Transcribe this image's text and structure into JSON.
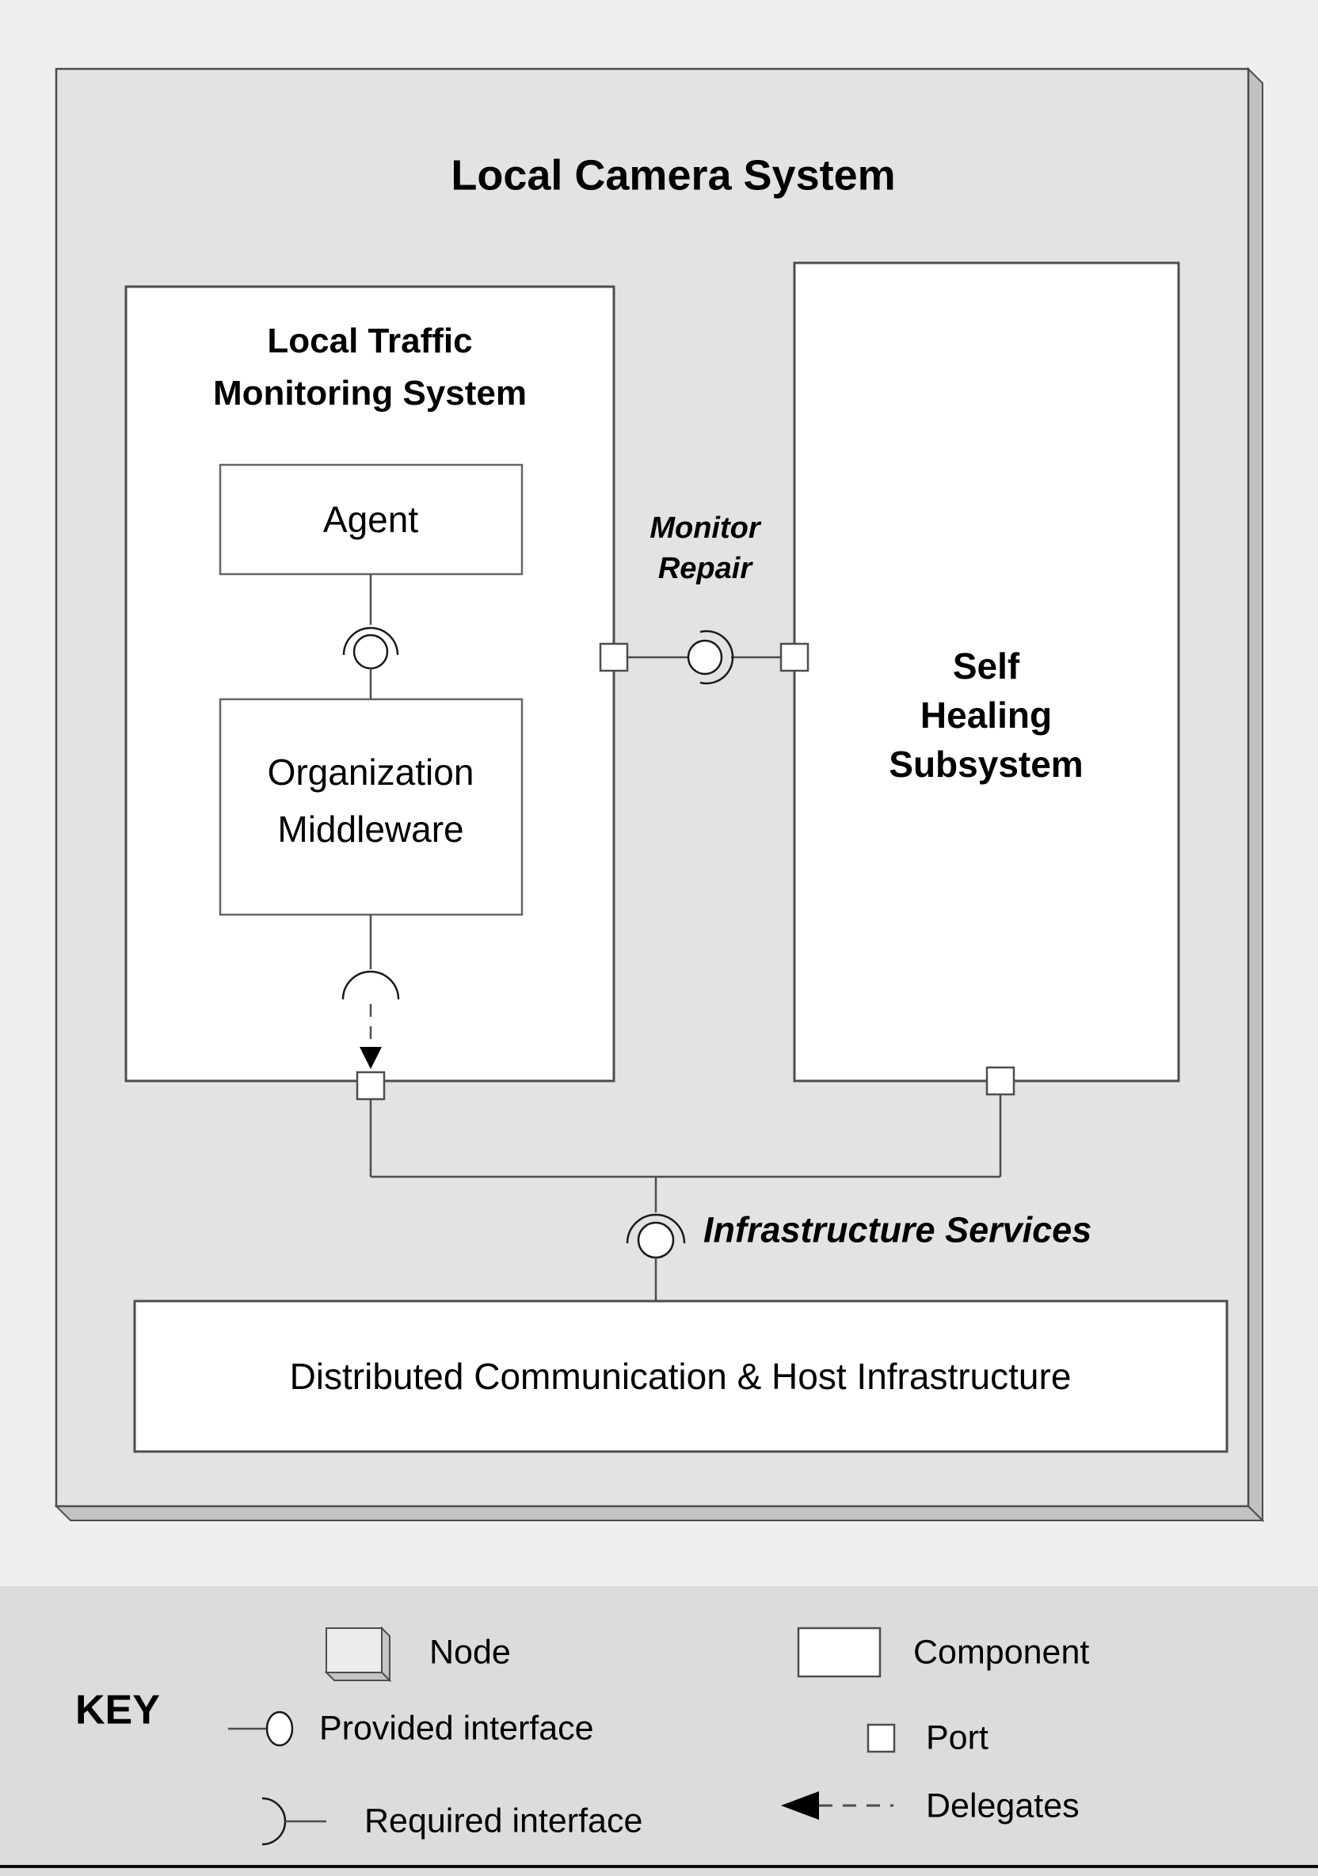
{
  "colors": {
    "page_background": "#efefef",
    "node_fill": "#e3e3e3",
    "node_side_fill": "#c2c2c2",
    "component_fill": "#ffffff",
    "line_color": "#4d4d4d",
    "interface_stroke": "#1a1a1a",
    "key_panel_background": "#dcdcdc",
    "delegate_arrow_fill": "#000000",
    "text_color": "#000000"
  },
  "diagram": {
    "node_title": "Local Camera System",
    "ltms_title_line1": "Local Traffic",
    "ltms_title_line2": "Monitoring System",
    "agent_label": "Agent",
    "middleware_line1": "Organization",
    "middleware_line2": "Middleware",
    "shs_line1": "Self",
    "shs_line2": "Healing",
    "shs_line3": "Subsystem",
    "monitor_repair_line1": "Monitor",
    "monitor_repair_line2": "Repair",
    "infrastructure_label": "Infrastructure Services",
    "dchi_label": "Distributed Communication & Host Infrastructure"
  },
  "key": {
    "title": "KEY",
    "node_label": "Node",
    "component_label": "Component",
    "provided_label": "Provided interface",
    "port_label": "Port",
    "required_label": "Required interface",
    "delegates_label": "Delegates"
  }
}
